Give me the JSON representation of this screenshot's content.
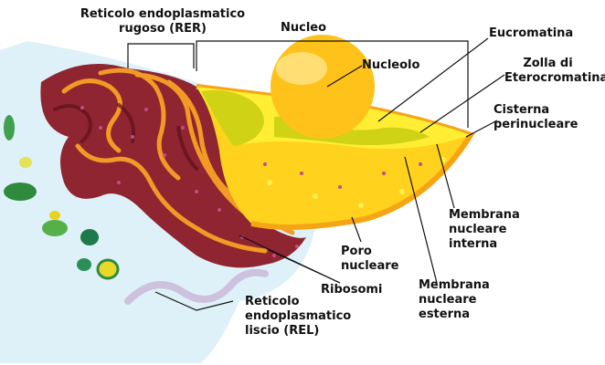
{
  "diagram": {
    "colors": {
      "cytoplasm": "#dff1f8",
      "rer": "#8f2530",
      "rer_edge": "#f29a25",
      "nucleus": "#ffd21e",
      "nucleus_rim": "#f5a514",
      "chromatin": "#c8cc10",
      "nucleolus": "#ffc21a",
      "nuclear_cut": "#ffee33"
    },
    "labels": {
      "rer": "Reticolo endoplasmatico\nrugoso (RER)",
      "nucleo": "Nucleo",
      "eucromatina": "Eucromatina",
      "nucleolo": "Nucleolo",
      "eterocromatina": "Zolla di\nEterocromatina",
      "cisterna": "Cisterna\nperinucleare",
      "membrana_interna": "Membrana\nnucleare\ninterna",
      "poro": "Poro\nnucleare",
      "ribosomi": "Ribosomi",
      "membrana_esterna": "Membrana\nnucleare\nesterna",
      "rel": "Reticolo\nendoplasmatico\nliscio (REL)"
    }
  }
}
